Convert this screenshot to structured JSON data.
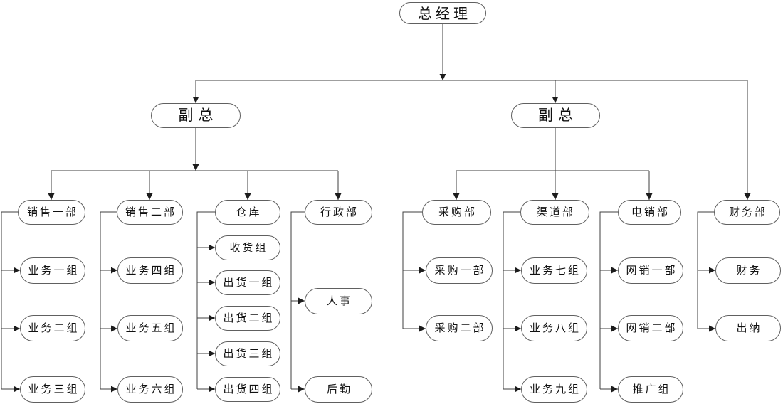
{
  "org": {
    "root": {
      "label": "总经理"
    },
    "vp_left": {
      "label": "副总"
    },
    "vp_right": {
      "label": "副总"
    },
    "left_departments": [
      {
        "label": "销售一部",
        "children": [
          {
            "label": "业务一组"
          },
          {
            "label": "业务二组"
          },
          {
            "label": "业务三组"
          }
        ]
      },
      {
        "label": "销售二部",
        "children": [
          {
            "label": "业务四组"
          },
          {
            "label": "业务五组"
          },
          {
            "label": "业务六组"
          }
        ]
      },
      {
        "label": "仓库",
        "children": [
          {
            "label": "收货组"
          },
          {
            "label": "出货一组"
          },
          {
            "label": "出货二组"
          },
          {
            "label": "出货三组"
          },
          {
            "label": "出货四组"
          }
        ]
      },
      {
        "label": "行政部",
        "children": [
          {
            "label": "人事"
          },
          {
            "label": "后勤"
          }
        ]
      }
    ],
    "right_departments": [
      {
        "label": "采购部",
        "children": [
          {
            "label": "采购一部"
          },
          {
            "label": "采购二部"
          }
        ]
      },
      {
        "label": "渠道部",
        "children": [
          {
            "label": "业务七组"
          },
          {
            "label": "业务八组"
          },
          {
            "label": "业务九组"
          }
        ]
      },
      {
        "label": "电销部",
        "children": [
          {
            "label": "网销一部"
          },
          {
            "label": "网销二部"
          },
          {
            "label": "推广组"
          }
        ]
      },
      {
        "label": "财务部",
        "children": [
          {
            "label": "财务"
          },
          {
            "label": "出纳"
          }
        ]
      }
    ],
    "colors": {
      "background": "#ffffff",
      "line": "#3f3f3f",
      "arrow": "#1c1c1c",
      "node_border": "#606060",
      "node_fill": "#ffffff",
      "text": "#111111"
    }
  }
}
